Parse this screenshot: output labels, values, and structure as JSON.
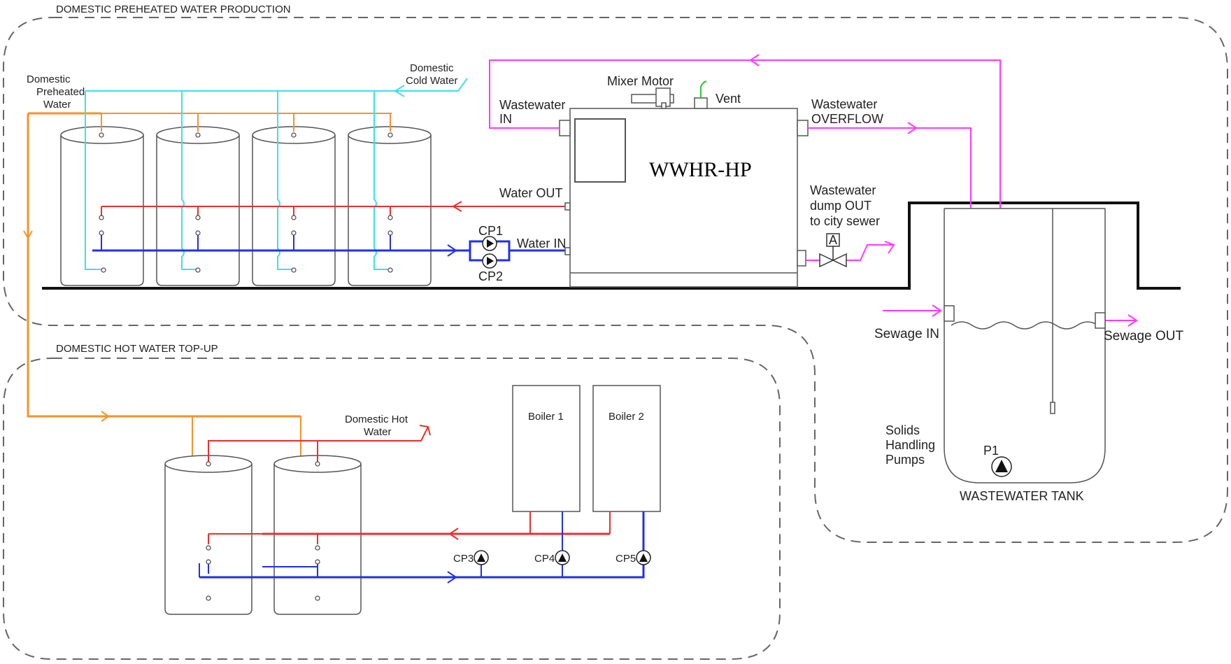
{
  "sections": {
    "preheat": "DOMESTIC PREHEATED WATER PRODUCTION",
    "topup": "DOMESTIC HOT WATER TOP-UP"
  },
  "labels": {
    "domestic_cold_water": [
      "Domestic",
      "Cold Water"
    ],
    "domestic_preheated_water": [
      "Domestic",
      "Preheated",
      "Water"
    ],
    "domestic_hot_water": [
      "Domestic Hot",
      "Water"
    ],
    "mixer_motor": "Mixer Motor",
    "vent": "Vent",
    "wastewater_in": [
      "Wastewater",
      "IN"
    ],
    "wastewater_overflow": [
      "Wastewater",
      "OVERFLOW"
    ],
    "wwhr_hp": "WWHR-HP",
    "water_out": "Water OUT",
    "water_in": "Water IN",
    "dump_out": [
      "Wastewater",
      "dump OUT",
      "to city sewer"
    ],
    "valve_tag": "A",
    "sewage_in": "Sewage IN",
    "sewage_out": "Sewage OUT",
    "solids_pumps": [
      "Solids",
      "Handling",
      "Pumps"
    ],
    "wastewater_tank": "WASTEWATER TANK"
  },
  "pumps": {
    "cp1": "CP1",
    "cp2": "CP2",
    "cp3": "CP3",
    "cp4": "CP4",
    "cp5": "CP5",
    "p1": "P1"
  },
  "boilers": [
    "Boiler 1",
    "Boiler 2"
  ],
  "colors": {
    "cold": "#3de0ea",
    "preheated": "#f5922a",
    "hot_supply": "#e8302e",
    "return": "#2130e8",
    "wastewater": "#ff38ff",
    "outline": "#555555",
    "boundary": "#666666"
  }
}
